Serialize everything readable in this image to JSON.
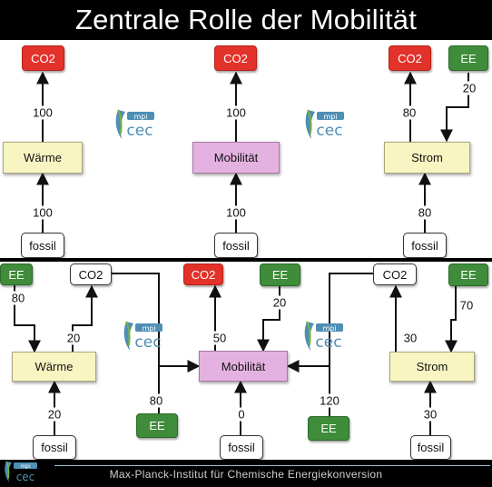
{
  "title": "Zentrale Rolle der Mobilität",
  "footer": "Max-Planck-Institut für Chemische Energiekonversion",
  "logo": {
    "text_top": "mpi",
    "text_bottom": "cec"
  },
  "top_panel": {
    "waerme": {
      "label": "Wärme",
      "co2": "CO2",
      "source": "fossil",
      "in": "100",
      "out": "100"
    },
    "mobilitaet": {
      "label": "Mobilität",
      "co2": "CO2",
      "source": "fossil",
      "in": "100",
      "out": "100"
    },
    "strom": {
      "label": "Strom",
      "co2": "CO2",
      "source": "fossil",
      "ee": "EE",
      "in": "80",
      "out": "80",
      "ee_in": "20"
    }
  },
  "bottom_panel": {
    "waerme": {
      "label": "Wärme",
      "co2": "CO2",
      "source": "fossil",
      "ee": "EE",
      "ee_in": "80",
      "co2_out": "20",
      "fossil_in": "20",
      "ee_to_mob": "EE",
      "ee_to_mob_val": "80"
    },
    "mobilitaet": {
      "label": "Mobilität",
      "co2": "CO2",
      "source": "fossil",
      "ee": "EE",
      "co2_out": "50",
      "ee_in": "20",
      "fossil_in": "0"
    },
    "strom": {
      "label": "Strom",
      "co2": "CO2",
      "source": "fossil",
      "ee": "EE",
      "co2_out": "30",
      "ee_in": "70",
      "fossil_in": "30",
      "ee_to_mob": "EE",
      "ee_to_mob_val": "120"
    }
  },
  "colors": {
    "co2_red": "#e2322a",
    "ee_green": "#3f8c3b",
    "sector_yellow": "#f8f5c2",
    "mobility_pink": "#e4b2e0"
  }
}
